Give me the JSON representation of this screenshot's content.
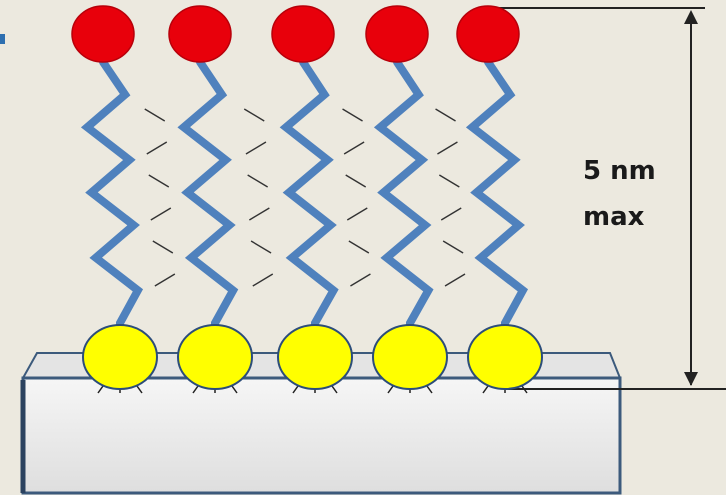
{
  "molecules": {
    "count": 5,
    "head_color": "#e8000b",
    "head_stroke": "#b8000a",
    "anchor_color": "#ffff00",
    "anchor_stroke": "#2c4d7a",
    "chain_color": "#4f81bd"
  },
  "substrate": {
    "fill_top": "#f6f6f6",
    "fill_bottom": "#dedede",
    "edge_color": "#3c5a7c"
  },
  "dimension": {
    "line1": "5 nm",
    "line2": "max"
  }
}
